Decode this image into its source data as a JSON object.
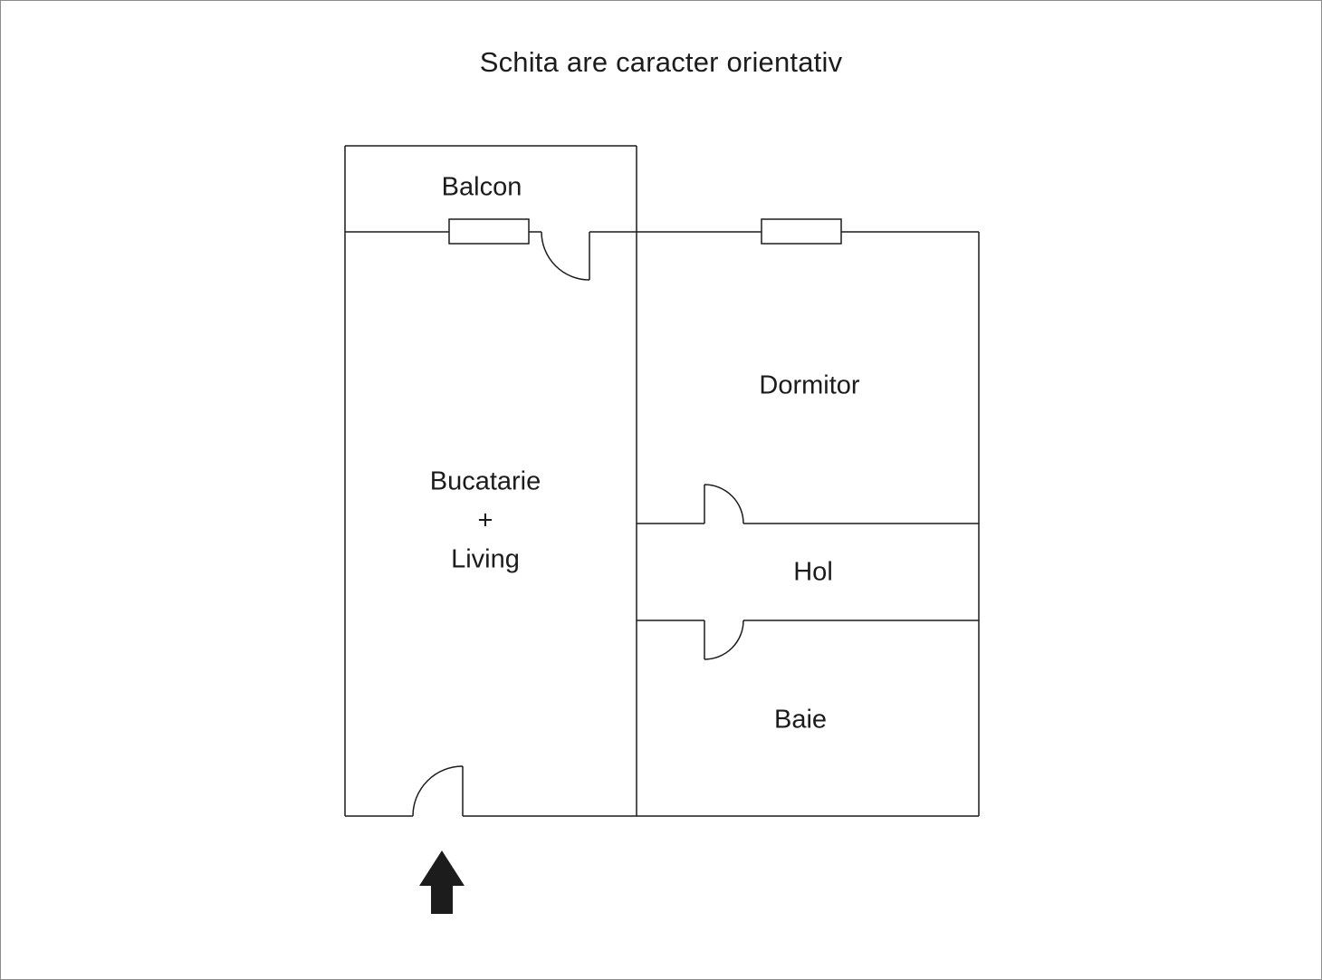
{
  "title": "Schita are caracter orientativ",
  "rooms": {
    "balcon": {
      "label": "Balcon"
    },
    "bucatarie_living": {
      "line1": "Bucatarie",
      "line2": "+",
      "line3": "Living"
    },
    "dormitor": {
      "label": "Dormitor"
    },
    "hol": {
      "label": "Hol"
    },
    "baie": {
      "label": "Baie"
    }
  },
  "icons": {
    "entrance_arrow": "up-arrow"
  },
  "colors": {
    "wall": "#1c1c1c",
    "text": "#1c1c1c",
    "background": "#ffffff",
    "page_border": "#8c8c8c"
  }
}
